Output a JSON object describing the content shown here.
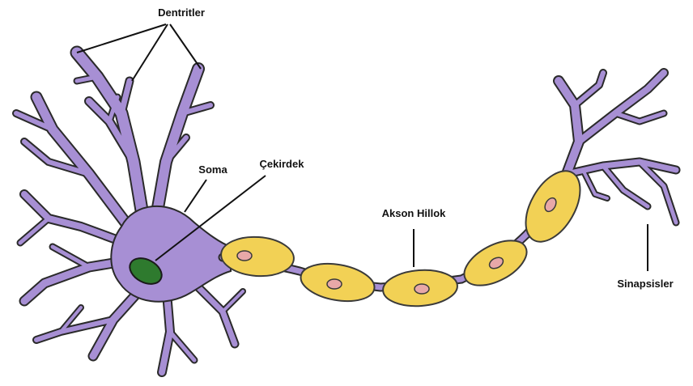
{
  "labels": {
    "dendrites": "Dentritler",
    "soma": "Soma",
    "nucleus": "Çekirdek",
    "axon_hillock": "Akson Hillok",
    "synapses": "Sinapsisler"
  },
  "colors": {
    "neuron_body": "#a78fd4",
    "neuron_outline": "#2a2a2a",
    "myelin": "#f2d155",
    "myelin_outline": "#3a3a3a",
    "schwann_nucleus": "#e8a8a8",
    "cell_nucleus": "#2e7a2e",
    "label_line": "#111111"
  }
}
